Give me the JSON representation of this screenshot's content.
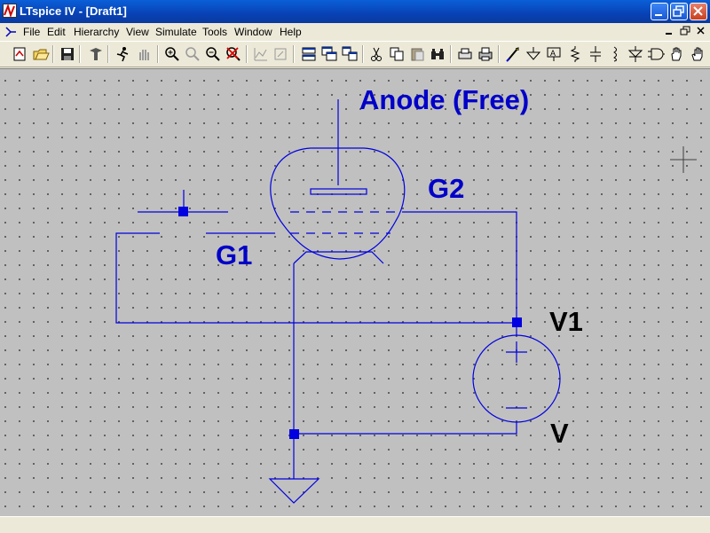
{
  "window": {
    "title": "LTspice IV - [Draft1]"
  },
  "menu": {
    "items": [
      {
        "label": "File"
      },
      {
        "label": "Edit"
      },
      {
        "label": "Hierarchy"
      },
      {
        "label": "View"
      },
      {
        "label": "Simulate"
      },
      {
        "label": "Tools"
      },
      {
        "label": "Window"
      },
      {
        "label": "Help"
      }
    ]
  },
  "schematic": {
    "labels": {
      "anode": "Anode (Free)",
      "g2": "G2",
      "g1": "G1",
      "v1": "V1",
      "v": "V"
    },
    "colors": {
      "wire": "#0000e0",
      "label_blue": "#0000c8",
      "label_black": "#000000",
      "grid_bg": "#c0c0c0"
    }
  },
  "icons": [
    "ltspice-logo-icon",
    "minimize-icon",
    "maximize-icon",
    "close-icon",
    "schematic-icon",
    "open-icon",
    "save-icon",
    "control-panel-icon",
    "run-icon",
    "halt-icon",
    "zoom-in-icon",
    "zoom-pan-icon",
    "zoom-out-icon",
    "zoom-cancel-icon",
    "autorange-icon",
    "fit-icon",
    "tile-horizontal-icon",
    "cascade-icon",
    "tile-vertical-icon",
    "cut-icon",
    "copy-icon",
    "paste-icon",
    "find-icon",
    "print-setup-icon",
    "print-icon",
    "wire-icon",
    "ground-icon",
    "label-icon",
    "resistor-icon",
    "capacitor-icon",
    "inductor-icon",
    "diode-icon",
    "component-icon",
    "move-icon",
    "drag-icon"
  ]
}
